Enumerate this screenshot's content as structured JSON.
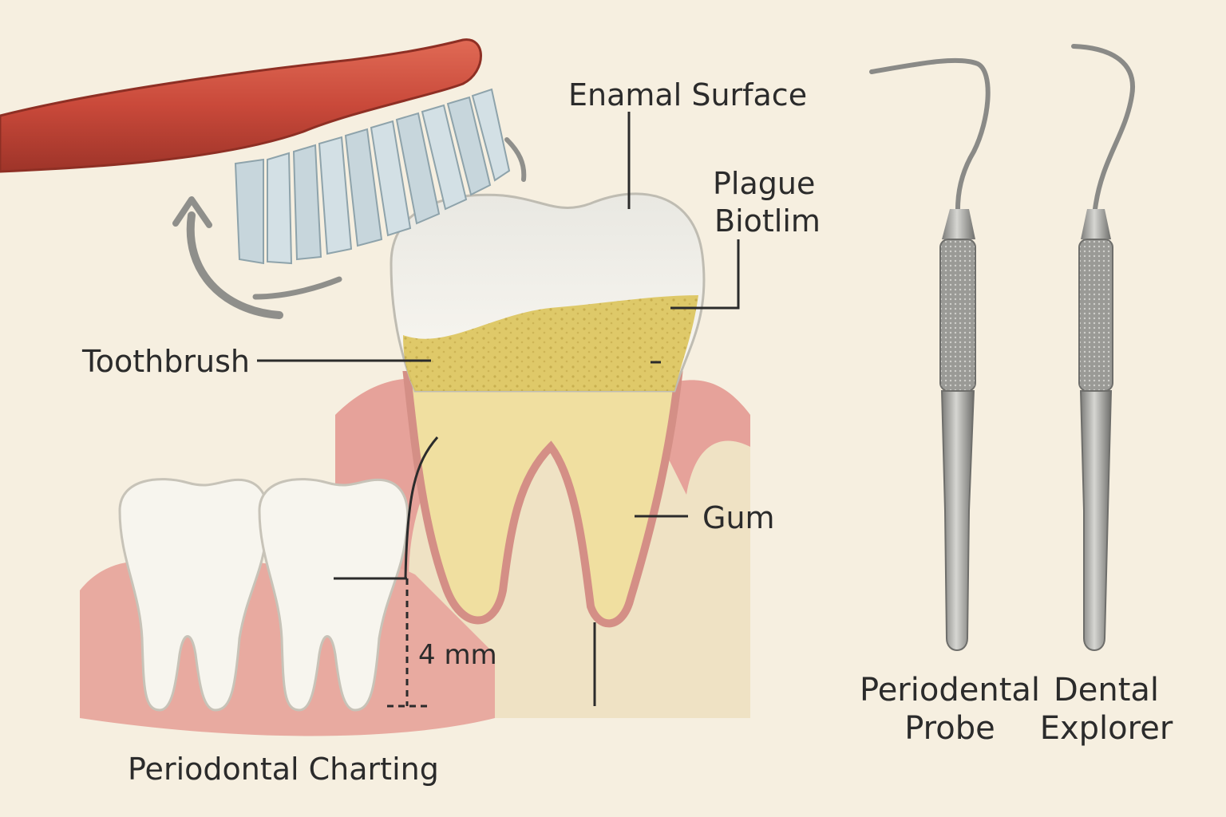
{
  "labels": {
    "enamel_surface": "Enamal Surface",
    "plaque_line1": "Plague",
    "plaque_line2": "Biotlim",
    "toothbrush": "Toothbrush",
    "gum": "Gum",
    "measurement": "4 mm",
    "periodontal_charting": "Periodontal Charting",
    "probe_line1": "Periodental",
    "probe_line2": "Probe",
    "explorer_line1": "Dental",
    "explorer_line2": "Explorer"
  },
  "colors": {
    "background": "#f6efe0",
    "toothbrush_handle": "#c9493a",
    "bristles": "#c7d6dc",
    "enamel": "#f3f1ea",
    "plaque": "#ddc65a",
    "dentin": "#f0dfa0",
    "gum": "#e6a29a",
    "bone": "#efe2c4",
    "steel": "#a9a9a6",
    "line": "#2b2b2b"
  }
}
